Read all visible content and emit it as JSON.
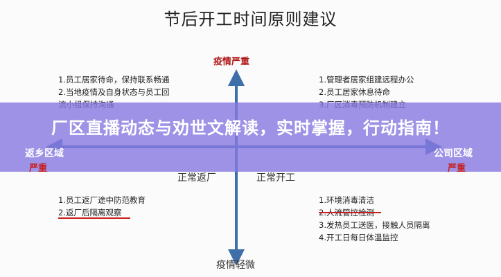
{
  "title": "节后开工时间原则建议",
  "axis": {
    "top": "疫情严重",
    "bottom": "疫情轻微",
    "left_top": "返乡区域",
    "left_sub": "严重",
    "right_top": "公司区域",
    "right_sub": "严重"
  },
  "quadrants": {
    "top_left": {
      "items": [
        "1.员工居家待命，保持联系畅通",
        "2.当地疫情及自身状态与员工回",
        "流小组保持沟通"
      ]
    },
    "top_right": {
      "items": [
        "1.管理者居家组建远程办公",
        "2.员工居家休息待命",
        "3.厂区消毒预防机制建立"
      ]
    },
    "bottom_left": {
      "title": "正常返厂",
      "items": [
        "1.员工返厂途中防范教育",
        "2.返厂后隔离观察"
      ]
    },
    "bottom_right": {
      "title": "正常开工",
      "items": [
        "1.环境消毒清洁",
        "2.人流管控检测",
        "3.发热员工送医，接触人员隔离",
        "4.开工日每日体温监控"
      ]
    }
  },
  "banner": {
    "text": "厂区直播动态与劝世文解读，实时掌握，行动指南！",
    "color": "#8778e1"
  },
  "colors": {
    "axis": "#3f6fa8",
    "accent": "#c81e1e"
  }
}
